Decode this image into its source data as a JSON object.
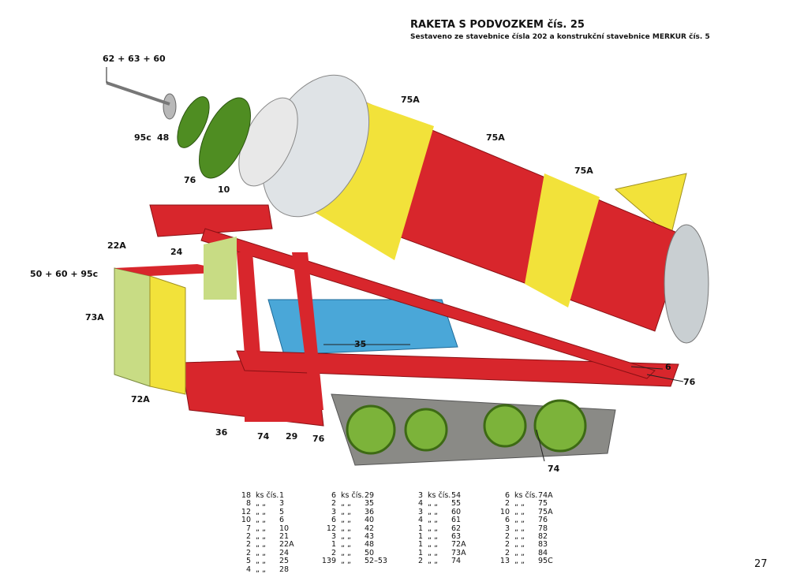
{
  "header": {
    "title": "RAKETA S PODVOZKEM čís. 25",
    "subtitle": "Sestaveno ze stavebnice čísla 202 a konstrukční stavebnice MERKUR čís. 5"
  },
  "callouts": [
    "62 + 63 + 60",
    "95c",
    "48",
    "75A",
    "75A",
    "75A",
    "76",
    "10",
    "22A",
    "24",
    "50 + 60 + 95c",
    "73A",
    "35",
    "6",
    "76",
    "72A",
    "36",
    "74",
    "29",
    "76",
    "74"
  ],
  "parts_columns": [
    [
      [
        "18",
        "ks čís.",
        "1"
      ],
      [
        "8",
        "„ „",
        "3"
      ],
      [
        "12",
        "„ „",
        "5"
      ],
      [
        "10",
        "„ „",
        "6"
      ],
      [
        "7",
        "„ „",
        "10"
      ],
      [
        "2",
        "„ „",
        "21"
      ],
      [
        "2",
        "„ „",
        "22A"
      ],
      [
        "2",
        "„ „",
        "24"
      ],
      [
        "5",
        "„ „",
        "25"
      ],
      [
        "4",
        "„ „",
        "28"
      ]
    ],
    [
      [
        "6",
        "ks čís.",
        "29"
      ],
      [
        "2",
        "„ „",
        "35"
      ],
      [
        "3",
        "„ „",
        "36"
      ],
      [
        "6",
        "„ „",
        "40"
      ],
      [
        "12",
        "„ „",
        "42"
      ],
      [
        "3",
        "„ „",
        "43"
      ],
      [
        "1",
        "„ „",
        "48"
      ],
      [
        "2",
        "„ „",
        "50"
      ],
      [
        "139",
        "„ „",
        "52–53"
      ]
    ],
    [
      [
        "3",
        "ks čís.",
        "54"
      ],
      [
        "4",
        "„ „",
        "55"
      ],
      [
        "3",
        "„ „",
        "60"
      ],
      [
        "4",
        "„ „",
        "61"
      ],
      [
        "1",
        "„ „",
        "62"
      ],
      [
        "1",
        "„ „",
        "63"
      ],
      [
        "1",
        "„ „",
        "72A"
      ],
      [
        "1",
        "„ „",
        "73A"
      ],
      [
        "2",
        "„ „",
        "74"
      ]
    ],
    [
      [
        "6",
        "ks čís.",
        "74A"
      ],
      [
        "2",
        "„ „",
        "75"
      ],
      [
        "10",
        "„ „",
        "75A"
      ],
      [
        "6",
        "„ „",
        "76"
      ],
      [
        "3",
        "„ „",
        "78"
      ],
      [
        "2",
        "„ „",
        "82"
      ],
      [
        "2",
        "„ „",
        "83"
      ],
      [
        "2",
        "„ „",
        "84"
      ],
      [
        "13",
        "„ „",
        "95C"
      ]
    ]
  ],
  "page_number": "27",
  "colors": {
    "red": "#d8262c",
    "yellow": "#f2e23a",
    "green": "#6aa52a",
    "blue": "#4aa7d8",
    "lightgreen": "#c8dc84"
  }
}
